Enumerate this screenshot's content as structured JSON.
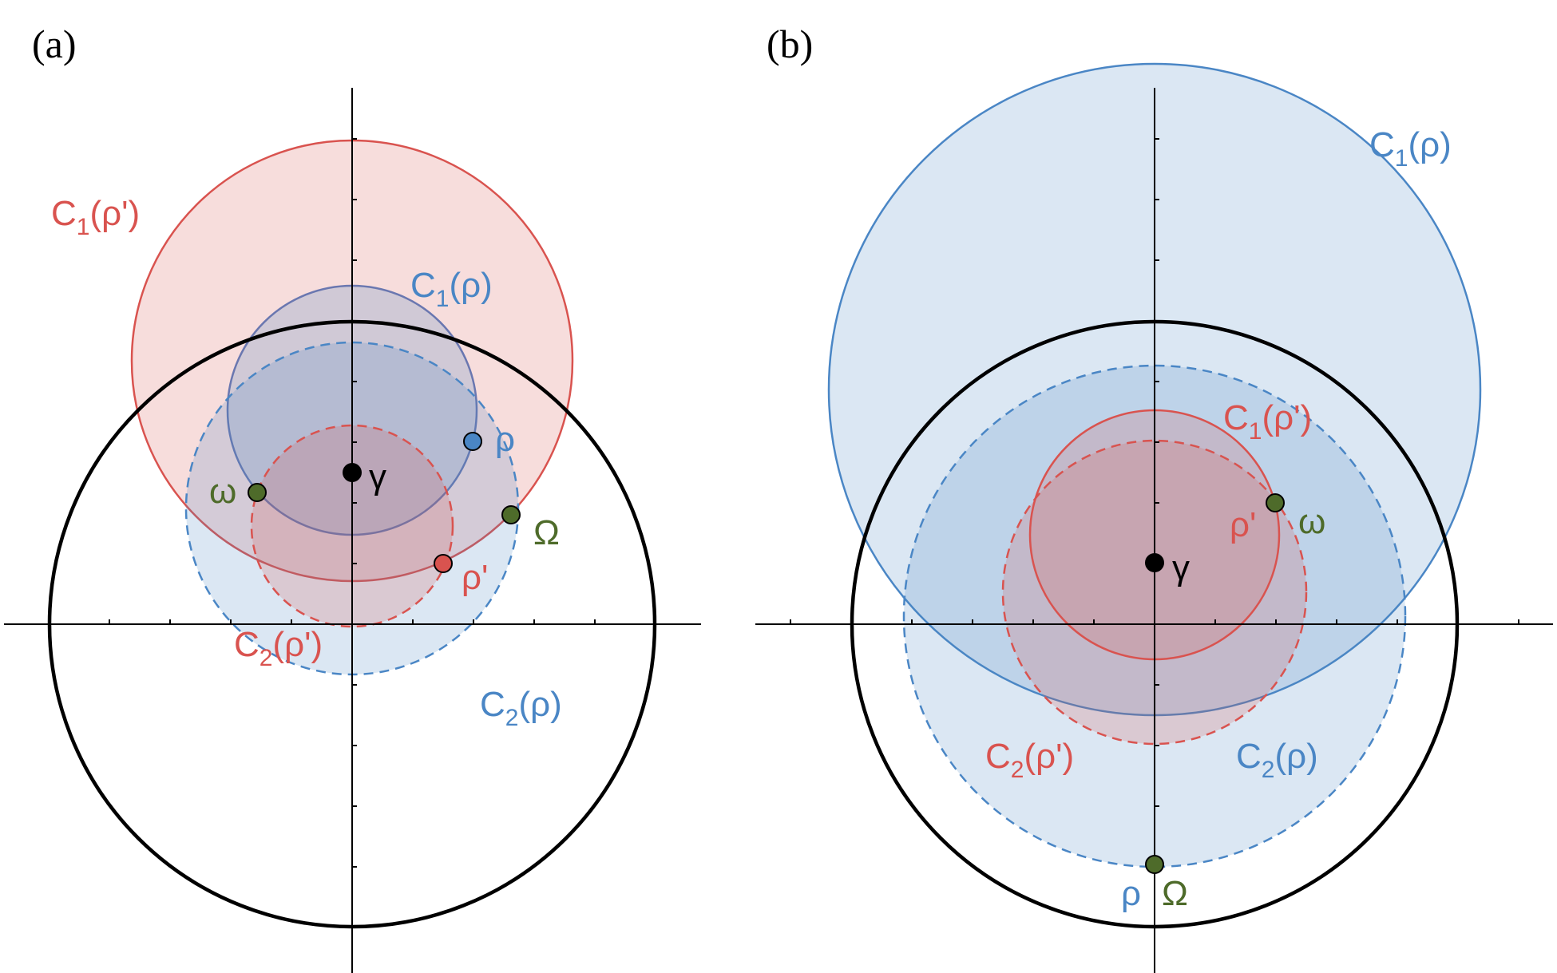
{
  "colors": {
    "red": "#d9534f",
    "blue": "#4a86c5",
    "green": "#4e6b2a",
    "black": "#000000",
    "red_fill": "#efb9b9",
    "blue_fill": "#c2d5eb"
  },
  "panel_a": {
    "panel_label": "(a)",
    "labels": {
      "C1_rho_prime": {
        "base": "C",
        "sub": "1",
        "arg": "(ρ')"
      },
      "C1_rho": {
        "base": "C",
        "sub": "1",
        "arg": "(ρ)"
      },
      "C2_rho_prime": {
        "base": "C",
        "sub": "2",
        "arg": "(ρ')"
      },
      "C2_rho": {
        "base": "C",
        "sub": "2",
        "arg": "(ρ)"
      },
      "gamma": "γ",
      "rho": "ρ",
      "rho_prime": "ρ'",
      "omega_small": "ω",
      "omega_large": "Ω"
    }
  },
  "panel_b": {
    "panel_label": "(b)",
    "labels": {
      "C1_rho": {
        "base": "C",
        "sub": "1",
        "arg": "(ρ)"
      },
      "C1_rho_prime": {
        "base": "C",
        "sub": "1",
        "arg": "(ρ')"
      },
      "C2_rho_prime": {
        "base": "C",
        "sub": "2",
        "arg": "(ρ')"
      },
      "C2_rho": {
        "base": "C",
        "sub": "2",
        "arg": "(ρ)"
      },
      "gamma": "γ",
      "rho": "ρ",
      "rho_prime": "ρ'",
      "omega_small": "ω",
      "omega_large": "Ω"
    }
  }
}
